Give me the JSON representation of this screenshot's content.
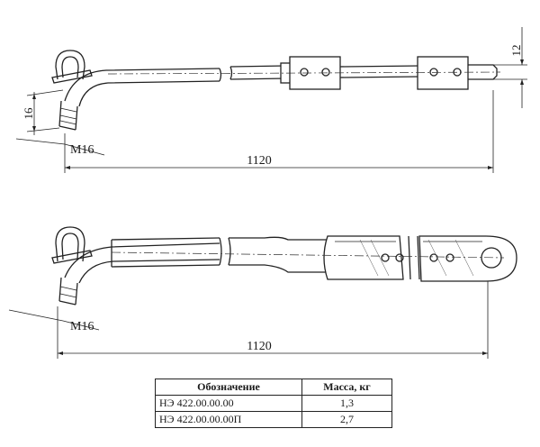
{
  "view_top": {
    "dim_length": "1120",
    "dim_height": "12",
    "dim_bend": "16",
    "thread": "M16"
  },
  "view_bottom": {
    "dim_length": "1120",
    "thread": "M16"
  },
  "table": {
    "headers": [
      "Обозначение",
      "Масса, кг"
    ],
    "rows": [
      [
        "НЭ 422.00.00.00",
        "1,3"
      ],
      [
        "НЭ 422.00.00.00П",
        "2,7"
      ]
    ]
  }
}
